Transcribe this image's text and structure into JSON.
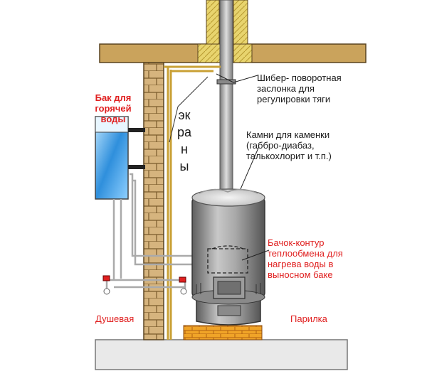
{
  "labels": {
    "tank_title": "Бак для\nгорячей воды",
    "shower_room": "Душевая",
    "steam_room": "Парилка",
    "screens": "экраны",
    "damper": "Шибер- поворотная\nзаслонка для\nрегулировки тяги",
    "stones": "Камни для каменки\n(габбро-диабаз,\nталькохлорит и т.п.)",
    "heat_exchanger": "Бачок-контур\nтеплообмена для\nнагрева воды в\nвыносном баке"
  },
  "colors": {
    "label_red": "#e02020",
    "brick": "#d4b07a",
    "brick_line": "#8a6a3a",
    "floor": "#e8e8e8",
    "ceiling": "#c9a35b",
    "insulation": "#e5cf6a",
    "stove": "#9a9a9a",
    "tank_water": "#3aa0e0",
    "chimney": "#b8b8b8",
    "hearth_brick": "#e8a020"
  }
}
